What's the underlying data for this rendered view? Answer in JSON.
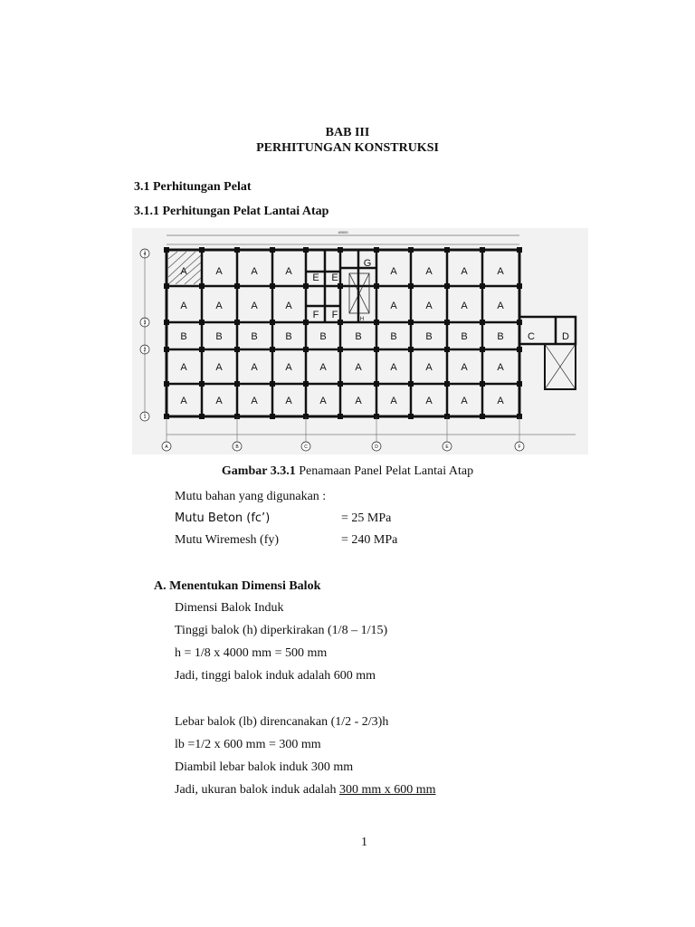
{
  "chapter": {
    "number": "BAB III",
    "title": "PERHITUNGAN KONSTRUKSI"
  },
  "section": "3.1 Perhitungan Pelat",
  "subsection": "3.1.1 Perhitungan Pelat Lantai Atap",
  "figure": {
    "caption_label": "Gambar 3.3.1",
    "caption_text": "Penamaan Panel Pelat Lantai Atap",
    "column_labels": [
      "A",
      "B",
      "C",
      "D",
      "E",
      "F"
    ],
    "row_labels": [
      "4",
      "3",
      "2",
      "1"
    ],
    "panel_rows": [
      {
        "top": [
          "A",
          "A",
          "A",
          "A",
          "E",
          "E",
          "G",
          "A",
          "A",
          "A",
          "A"
        ]
      },
      {
        "second": [
          "A",
          "A",
          "A",
          "A",
          "F",
          "F",
          "A",
          "A",
          "A",
          "A"
        ]
      },
      {
        "middle": [
          "B",
          "B",
          "B",
          "B",
          "B",
          "B",
          "B",
          "B",
          "B",
          "B",
          "C",
          "D"
        ]
      },
      {
        "fourth": [
          "A",
          "A",
          "A",
          "A",
          "A",
          "A",
          "A",
          "A",
          "A",
          "A"
        ]
      },
      {
        "bottom": [
          "A",
          "A",
          "A",
          "A",
          "A",
          "A",
          "A",
          "A",
          "A",
          "A"
        ]
      }
    ],
    "overall_dimension": "40000",
    "stair_label": "H"
  },
  "materials": {
    "intro": "Mutu bahan yang digunakan :",
    "beton_label": "Mutu Beton (fc’)",
    "beton_value": "= 25 MPa",
    "wiremesh_label": "Mutu Wiremesh (fy)",
    "wiremesh_value": "= 240  MPa"
  },
  "section_a": {
    "heading": "A.  Menentukan Dimensi Balok",
    "lines": [
      "Dimensi Balok Induk",
      "Tinggi balok (h) diperkirakan (1/8 – 1/15)",
      "h = 1/8 x 4000 mm = 500 mm",
      "Jadi, tinggi balok induk adalah 600 mm",
      "Lebar balok (lb) direncanakan (1/2 - 2/3)h",
      "lb =1/2 x 600 mm = 300 mm",
      "Diambil lebar balok induk 300 mm"
    ],
    "final_prefix": "Jadi, ukuran balok induk adalah ",
    "final_value": "300 mm x 600 mm"
  },
  "page_number": "1"
}
